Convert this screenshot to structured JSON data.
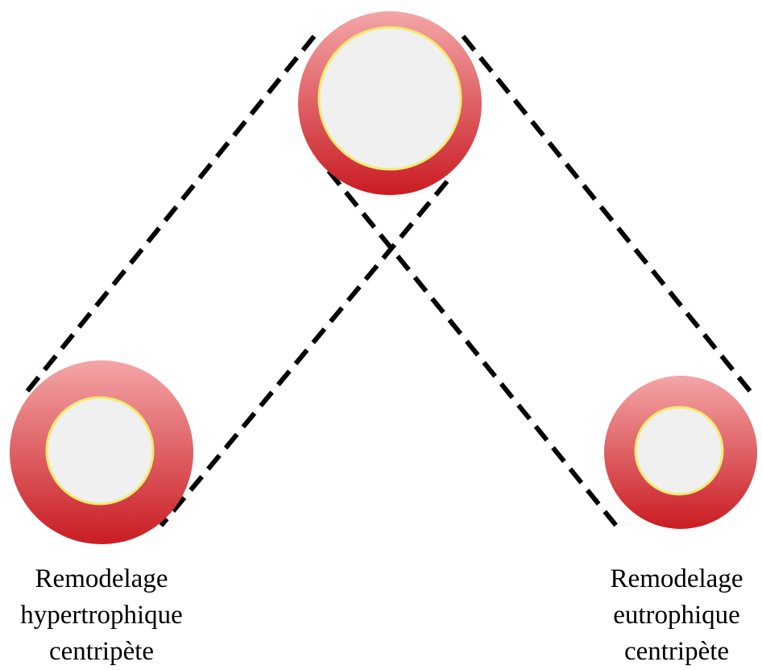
{
  "colors": {
    "wall_top": "#f4a6a8",
    "wall_bottom": "#c91c22",
    "lumen_fill": "#f0f0f0",
    "lumen_border": "#f3ea6e",
    "dash_line": "#000000"
  },
  "diagram": {
    "nodes": [
      {
        "id": "center",
        "name": "reference-vessel"
      },
      {
        "id": "left",
        "name": "hypertrophic-vessel"
      },
      {
        "id": "right",
        "name": "eutrophic-vessel"
      }
    ],
    "labels": {
      "left": [
        "Remodelage",
        "hypertrophique",
        "centripète"
      ],
      "right": [
        "Remodelage",
        "eutrophique",
        "centripète"
      ]
    }
  }
}
